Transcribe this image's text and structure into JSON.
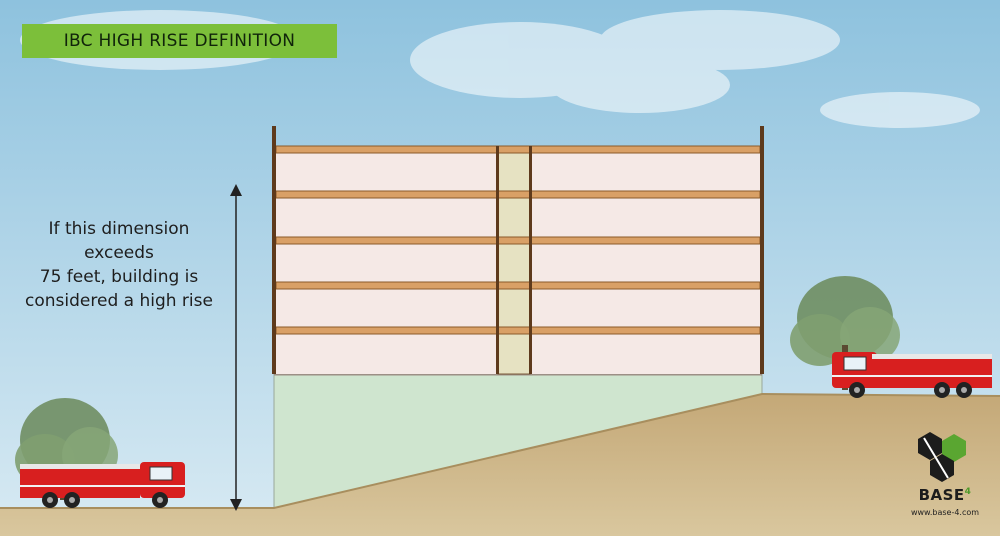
{
  "title": "IBC HIGH RISE DEFINITION",
  "annotation_lines": [
    "If this dimension",
    "exceeds",
    "75 feet, building is",
    "considered a high rise"
  ],
  "brand": {
    "name": "BASE",
    "superscript": "4",
    "url": "www.base-4.com"
  },
  "colors": {
    "title_bg": "#7cbf3a",
    "sky_top": "#8fc3df",
    "sky_bottom": "#d6e9f3",
    "ground": "#c9b27f",
    "building_wall": "#f5e9e6",
    "floor_slab": "#d9a066",
    "podium": "#cfe5cf",
    "core": "#e6e2c2",
    "fire_truck": "#d81f1f"
  },
  "icons": [
    "fire-truck-icon",
    "tree-icon",
    "base4-logo-icon",
    "dimension-arrow-icon"
  ]
}
